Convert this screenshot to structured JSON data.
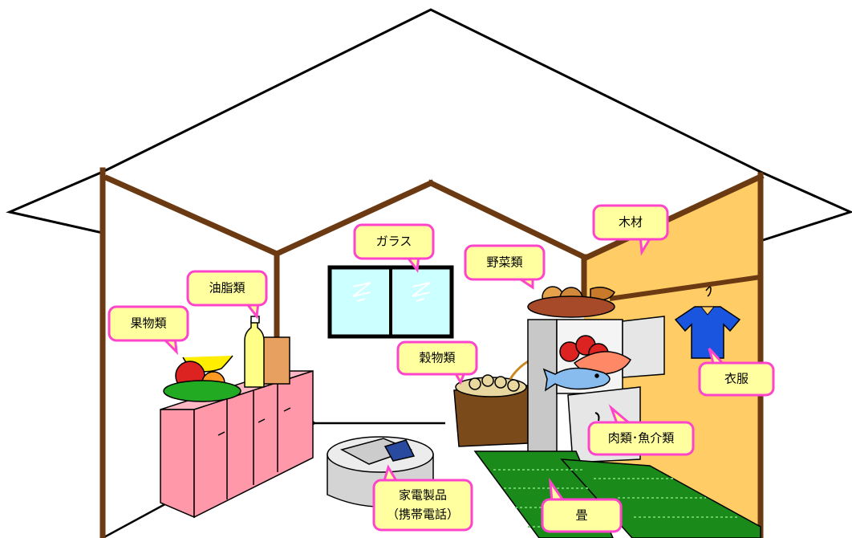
{
  "labels": {
    "glass": "ガラス",
    "wood": "木材",
    "vegetables": "野菜類",
    "oils": "油脂類",
    "fruits": "果物類",
    "grains": "穀物類",
    "clothes": "衣服",
    "meat_fish": "肉類･魚介類",
    "appliances_line1": "家電製品",
    "appliances_line2": "（携帯電話）",
    "tatami": "畳"
  },
  "colors": {
    "label_fill": "#ffffa0",
    "label_border": "#ff44cc",
    "wall_wood": "#ffcc66",
    "beam": "#6b3a12",
    "counter": "#ff99aa",
    "window_glass": "#ccffff",
    "tatami": "#1a8a1a",
    "shirt": "#1a55e0"
  }
}
